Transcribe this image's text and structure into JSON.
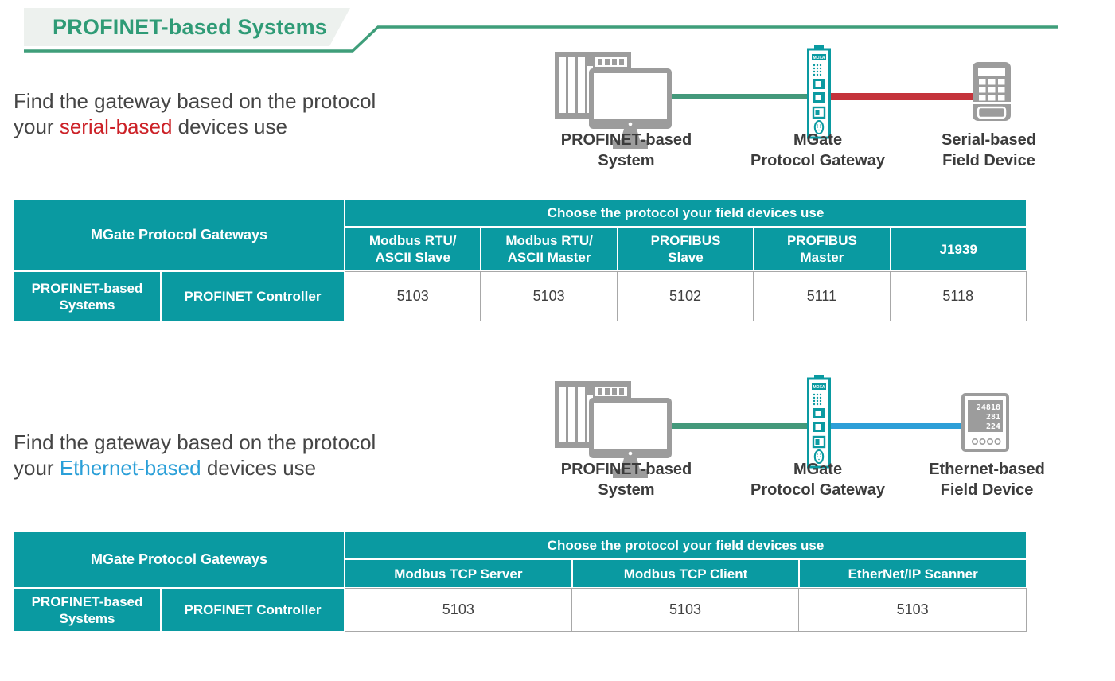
{
  "colors": {
    "teal": "#0a9aa1",
    "header_green": "#2f9b76",
    "accent_line_green": "#3f9e7a",
    "link_green": "#44997b",
    "link_red": "#c4333b",
    "link_blue": "#2d9fd8",
    "highlight_red": "#cc2127",
    "highlight_blue": "#2a9fd8",
    "icon_gray": "#9c9c9c"
  },
  "header": {
    "title": "PROFINET-based Systems"
  },
  "gateway_brand": "MOXA",
  "meter": {
    "lines": [
      "24818",
      "281",
      "224"
    ]
  },
  "sections": [
    {
      "intro": {
        "line1": "Find the gateway based on the protocol",
        "line2_prefix": "your ",
        "highlight": "serial-based",
        "line2_suffix": " devices use"
      },
      "diagram": {
        "system_label": "PROFINET-based\nSystem",
        "gateway_label": "MGate\nProtocol Gateway",
        "device_label": "Serial-based\nField Device"
      },
      "table": {
        "corner": "MGate Protocol Gateways",
        "banner": "Choose the protocol your field devices use",
        "columns": [
          "Modbus RTU/\nASCII Slave",
          "Modbus RTU/\nASCII Master",
          "PROFIBUS\nSlave",
          "PROFIBUS\nMaster",
          "J1939"
        ],
        "row_system": "PROFINET-based\nSystems",
        "row_role": "PROFINET Controller",
        "values": [
          "5103",
          "5103",
          "5102",
          "5111",
          "5118"
        ]
      }
    },
    {
      "intro": {
        "line1": "Find the gateway based on the protocol",
        "line2_prefix": "your ",
        "highlight": "Ethernet-based",
        "line2_suffix": " devices use"
      },
      "diagram": {
        "system_label": "PROFINET-based\nSystem",
        "gateway_label": "MGate\nProtocol Gateway",
        "device_label": "Ethernet-based\nField Device"
      },
      "table": {
        "corner": "MGate Protocol Gateways",
        "banner": "Choose the protocol your field devices use",
        "columns": [
          "Modbus TCP Server",
          "Modbus TCP Client",
          "EtherNet/IP Scanner"
        ],
        "row_system": "PROFINET-based\nSystems",
        "row_role": "PROFINET Controller",
        "values": [
          "5103",
          "5103",
          "5103"
        ]
      }
    }
  ]
}
